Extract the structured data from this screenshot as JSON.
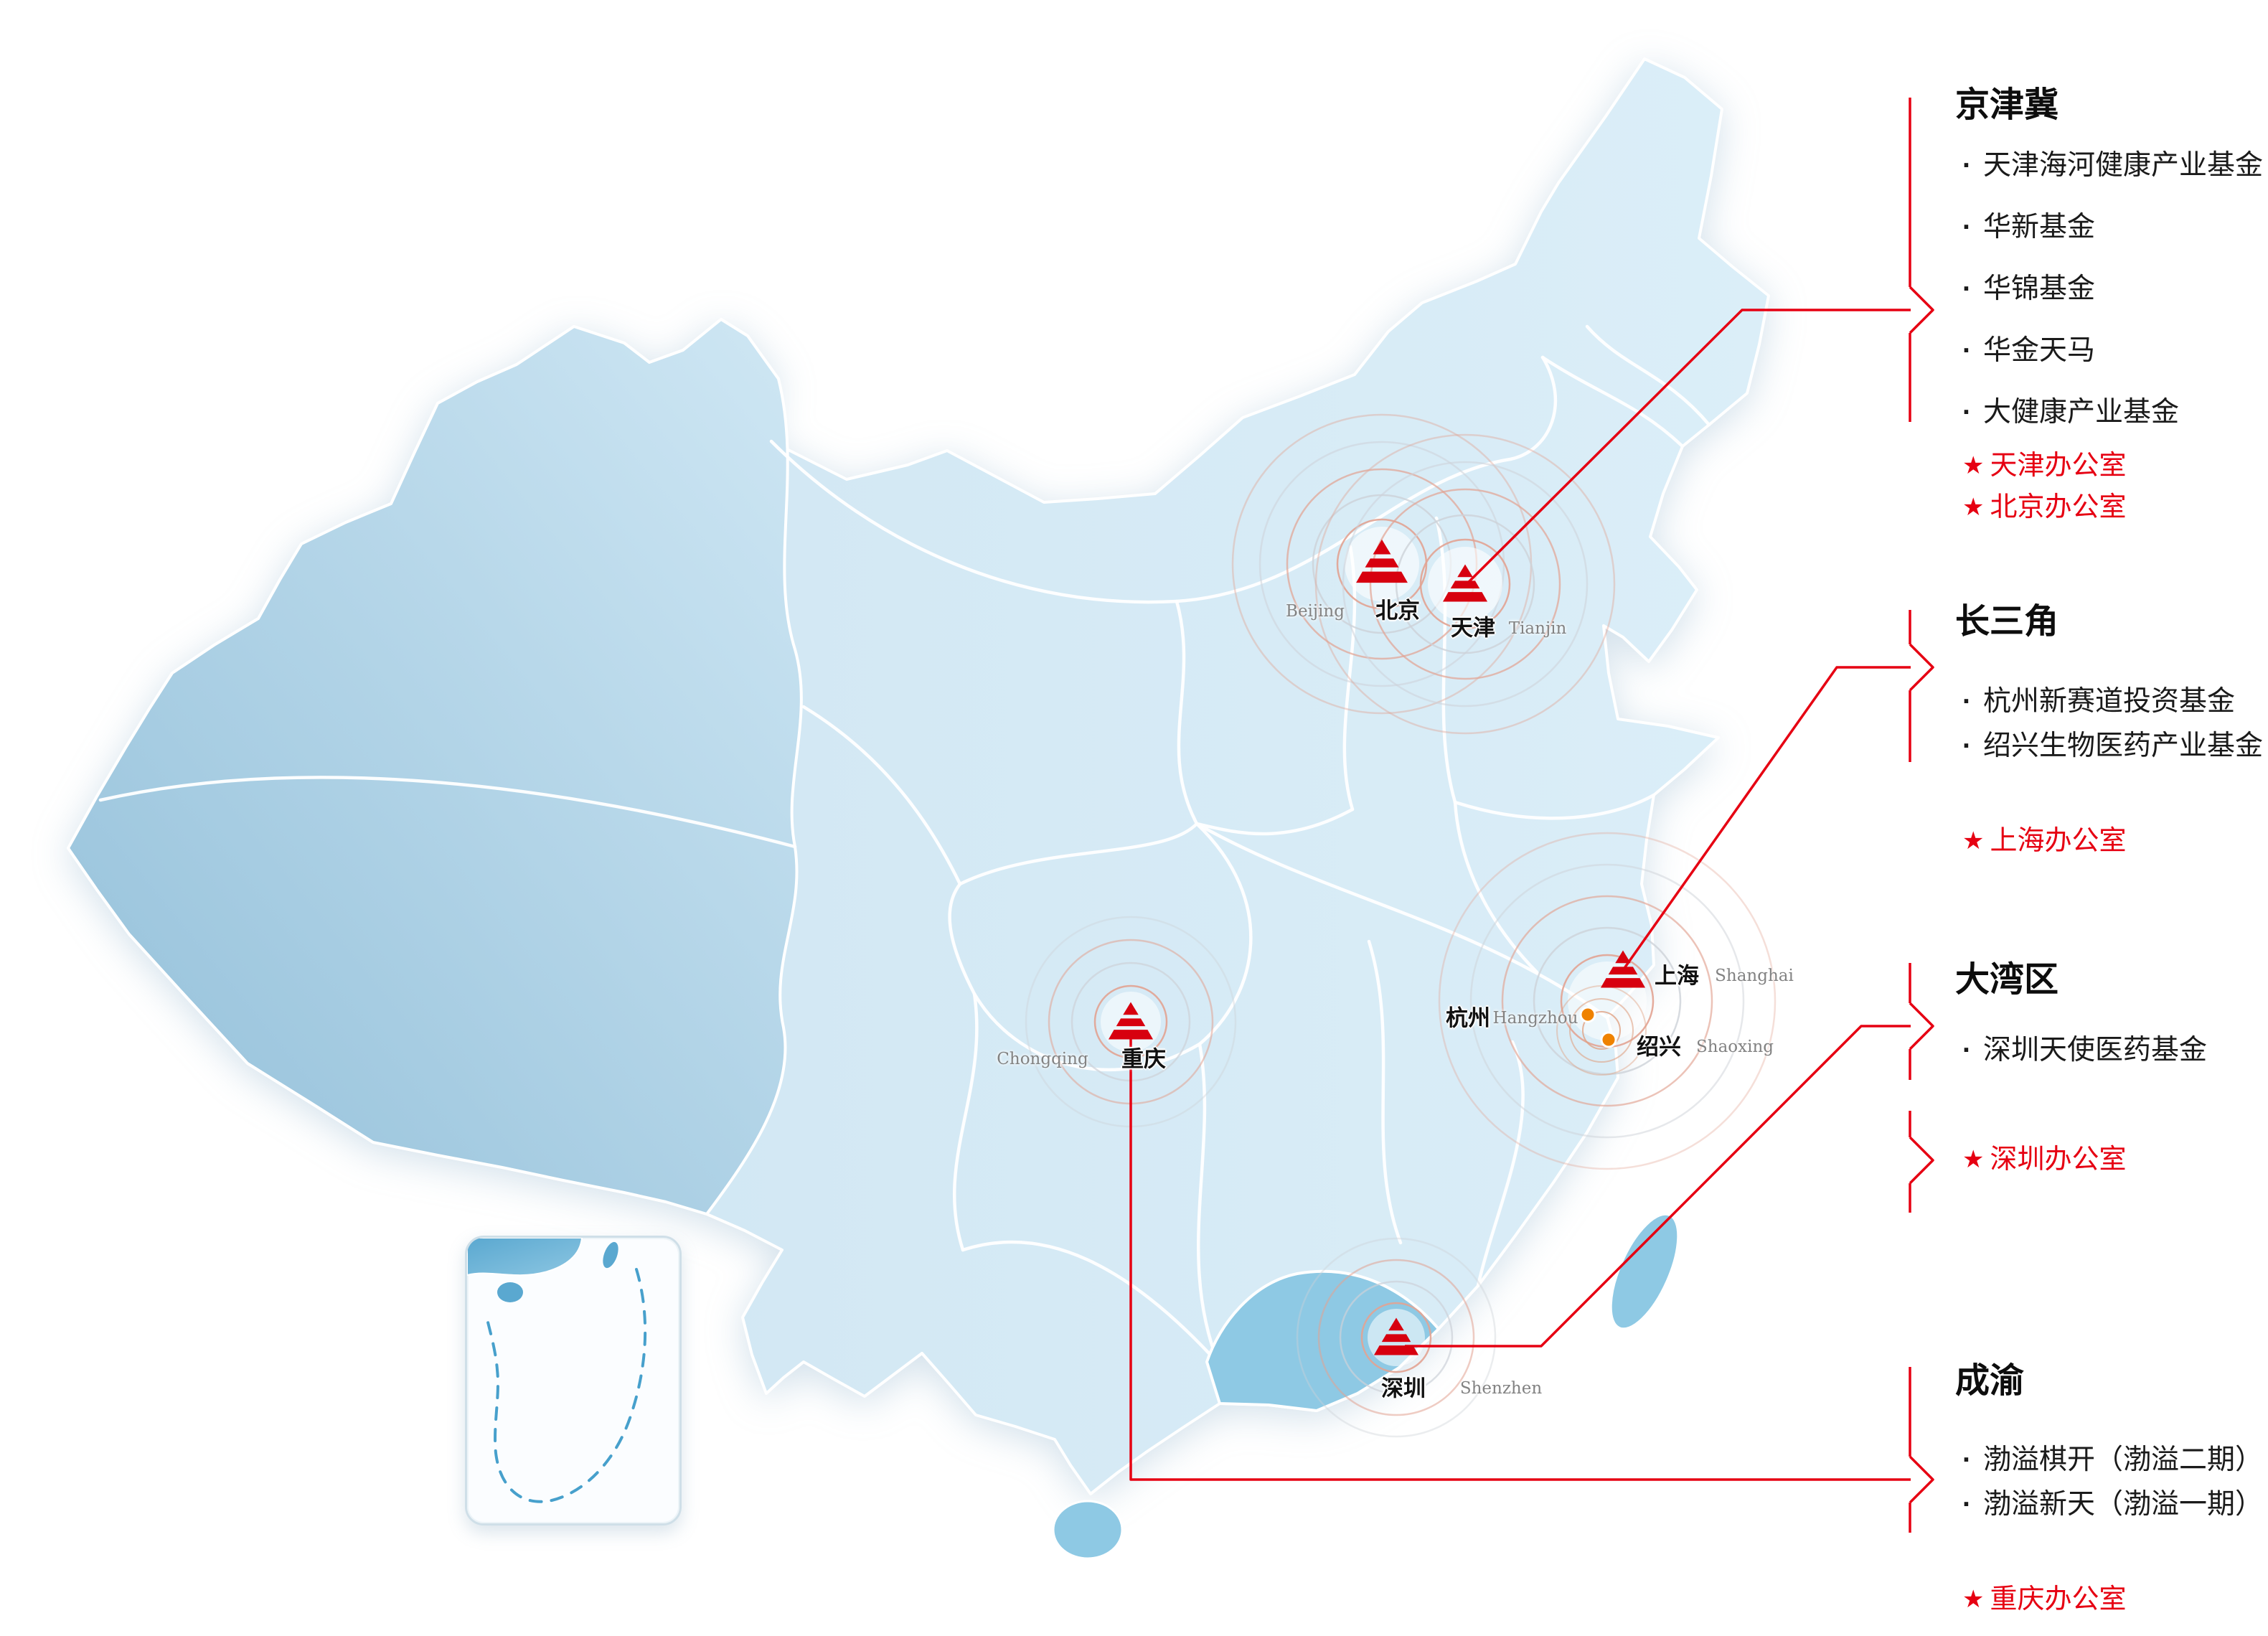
{
  "regions": [
    {
      "title": "京津冀",
      "funds": [
        "天津海河健康产业基金",
        "华新基金",
        "华锦基金",
        "华金天马",
        "大健康产业基金"
      ],
      "offices": [
        "天津办公室",
        "北京办公室"
      ]
    },
    {
      "title": "长三角",
      "funds": [
        "杭州新赛道投资基金",
        "绍兴生物医药产业基金"
      ],
      "offices": [
        "上海办公室"
      ]
    },
    {
      "title": "大湾区",
      "funds": [
        "深圳天使医药基金"
      ],
      "offices": [
        "深圳办公室"
      ]
    },
    {
      "title": "成渝",
      "funds": [
        "渤溢棋开（渤溢二期）",
        "渤溢新天（渤溢一期）"
      ],
      "offices": [
        "重庆办公室"
      ]
    }
  ],
  "cities": [
    {
      "cn": "北京",
      "en": "Beijing",
      "marker": "logo-pin"
    },
    {
      "cn": "天津",
      "en": "Tianjin",
      "marker": "logo-pin"
    },
    {
      "cn": "上海",
      "en": "Shanghai",
      "marker": "logo-pin"
    },
    {
      "cn": "杭州",
      "en": "Hangzhou",
      "marker": "orange-dot"
    },
    {
      "cn": "绍兴",
      "en": "Shaoxing",
      "marker": "orange-dot"
    },
    {
      "cn": "重庆",
      "en": "Chongqing",
      "marker": "logo-pin"
    },
    {
      "cn": "深圳",
      "en": "Shenzhen",
      "marker": "logo-pin"
    }
  ],
  "glyphs": {
    "bullet": "·",
    "star": "★"
  },
  "colors": {
    "accent_red": "#e60012",
    "marker_red": "#d7000f",
    "map_base": "#d6eaf5",
    "map_west_dark": "#9cc5dc",
    "map_highlight": "#8ec9e4",
    "dot_orange": "#ef8200",
    "label_gray": "#828282",
    "ripple_warm": "#e2a392",
    "ripple_gray": "#cdd2d8",
    "sea_dash_blue": "#47a0cc"
  }
}
